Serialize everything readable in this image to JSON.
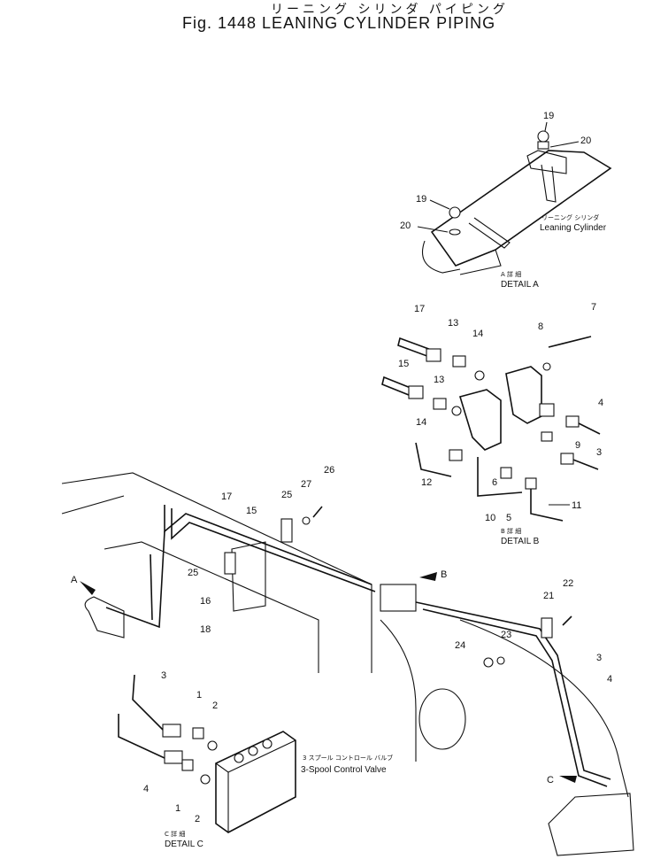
{
  "title": {
    "jp": "リーニング シリンダ パイピング",
    "en": "Fig. 1448  LEANING CYLINDER PIPING"
  },
  "details": {
    "a": {
      "jp": "A 詳 細",
      "en": "DETAIL A"
    },
    "b": {
      "jp": "B 詳 細",
      "en": "DETAIL B"
    },
    "c": {
      "jp": "C 詳 細",
      "en": "DETAIL C"
    }
  },
  "captions": {
    "cylinder_jp": "リーニング シリンダ",
    "cylinder_en": "Leaning Cylinder",
    "valve_jp": "3 スプール コントロール バルブ",
    "valve_en": "3-Spool Control Valve"
  },
  "view_markers": [
    "A",
    "B",
    "C"
  ],
  "part_labels": {
    "p19a": "19",
    "p20a": "20",
    "p19b": "19",
    "p20b": "20",
    "p17": "17",
    "p13a": "13",
    "p14a": "14",
    "p8": "8",
    "p7": "7",
    "p15": "15",
    "p13b": "13",
    "p14b": "14",
    "p4a": "4",
    "p9": "9",
    "p3a": "3",
    "p12": "12",
    "p6": "6",
    "p10": "10",
    "p5": "5",
    "p11": "11",
    "p17m": "17",
    "p15m": "15",
    "p25a": "25",
    "p27": "27",
    "p26": "26",
    "p25b": "25",
    "p16": "16",
    "p18": "18",
    "p21": "21",
    "p22": "22",
    "p23": "23",
    "p24": "24",
    "p3m": "3",
    "p4m": "4",
    "p3c": "3",
    "p1a": "1",
    "p2a": "2",
    "p4c": "4",
    "p1b": "1",
    "p2b": "2"
  }
}
